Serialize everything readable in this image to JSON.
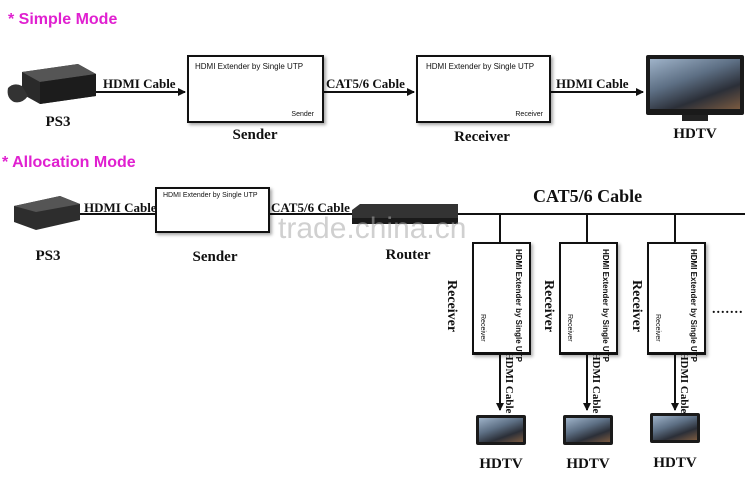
{
  "simple_mode": {
    "title": "* Simple Mode",
    "source": "PS3",
    "cable1": "HDMI Cable",
    "sender_box_title": "HDMI Extender by Single UTP",
    "sender_box_role": "Sender",
    "sender_label": "Sender",
    "cable2": "CAT5/6 Cable",
    "receiver_box_title": "HDMI Extender by Single UTP",
    "receiver_box_role": "Receiver",
    "receiver_label": "Receiver",
    "cable3": "HDMI Cable",
    "display": "HDTV"
  },
  "allocation_mode": {
    "title": "* Allocation Mode",
    "source": "PS3",
    "cable1": "HDMI Cable",
    "sender_box_title": "HDMI Extender by Single UTP",
    "sender_label": "Sender",
    "cable2": "CAT5/6 Cable",
    "router_label": "Router",
    "bus_label": "CAT5/6 Cable",
    "ellipsis": ".......",
    "receivers": [
      {
        "side_label": "Receiver",
        "box_title": "HDMI Extender by Single UTP",
        "box_role": "Receiver",
        "cable": "HDMI Cable",
        "display": "HDTV"
      },
      {
        "side_label": "Receiver",
        "box_title": "HDMI Extender by Single UTP",
        "box_role": "Receiver",
        "cable": "HDMI Cable",
        "display": "HDTV"
      },
      {
        "side_label": "Receiver",
        "box_title": "HDMI Extender by Single UTP",
        "box_role": "Receiver",
        "cable": "HDMI Cable",
        "display": "HDTV"
      }
    ]
  },
  "watermark": "trade.china.cn"
}
